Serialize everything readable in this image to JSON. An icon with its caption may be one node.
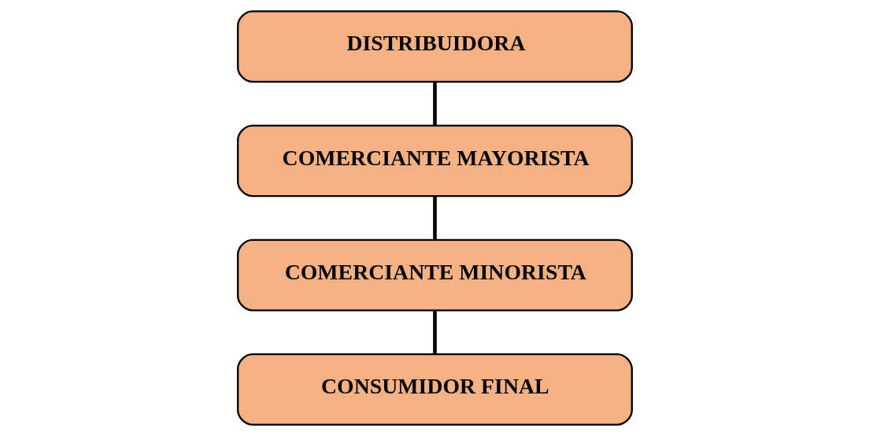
{
  "diagram": {
    "nodes": [
      {
        "text": [
          "DISTRIBUIDORA"
        ]
      },
      {
        "text": [
          "COMERCIANTE MAYORISTA"
        ]
      },
      {
        "text": [
          "COMERCIANTE MINORISTA"
        ]
      },
      {
        "text": [
          "CONSUMIDOR FINAL"
        ]
      }
    ],
    "edges": [
      {
        "from": 0,
        "to": 1,
        "arrow": "none"
      },
      {
        "from": 1,
        "to": 2,
        "arrow": "none"
      },
      {
        "from": 2,
        "to": 3,
        "arrow": "none"
      }
    ]
  }
}
